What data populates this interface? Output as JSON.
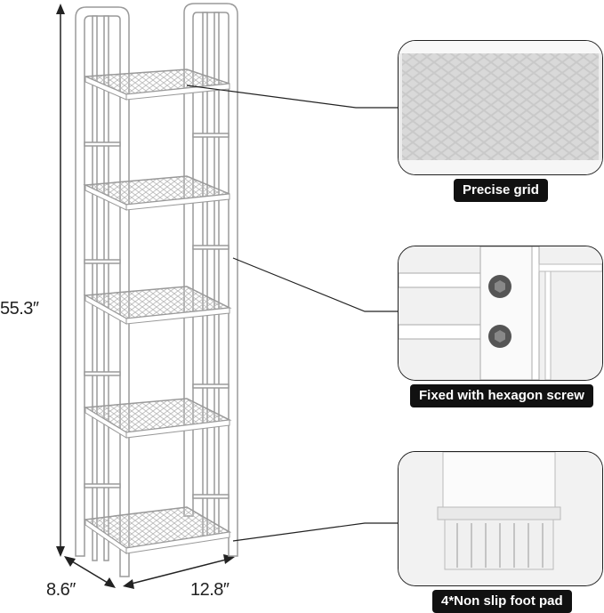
{
  "dimensions": {
    "height": "55.3″",
    "depth": "8.6″",
    "width": "12.8″"
  },
  "callouts": [
    {
      "label": "Precise grid"
    },
    {
      "label": "Fixed with hexagon screw"
    },
    {
      "label": "4*Non slip foot pad"
    }
  ],
  "colors": {
    "frame": "#ffffff",
    "outline": "#9a9a9a",
    "badge_bg": "#111111",
    "badge_text": "#ffffff"
  }
}
